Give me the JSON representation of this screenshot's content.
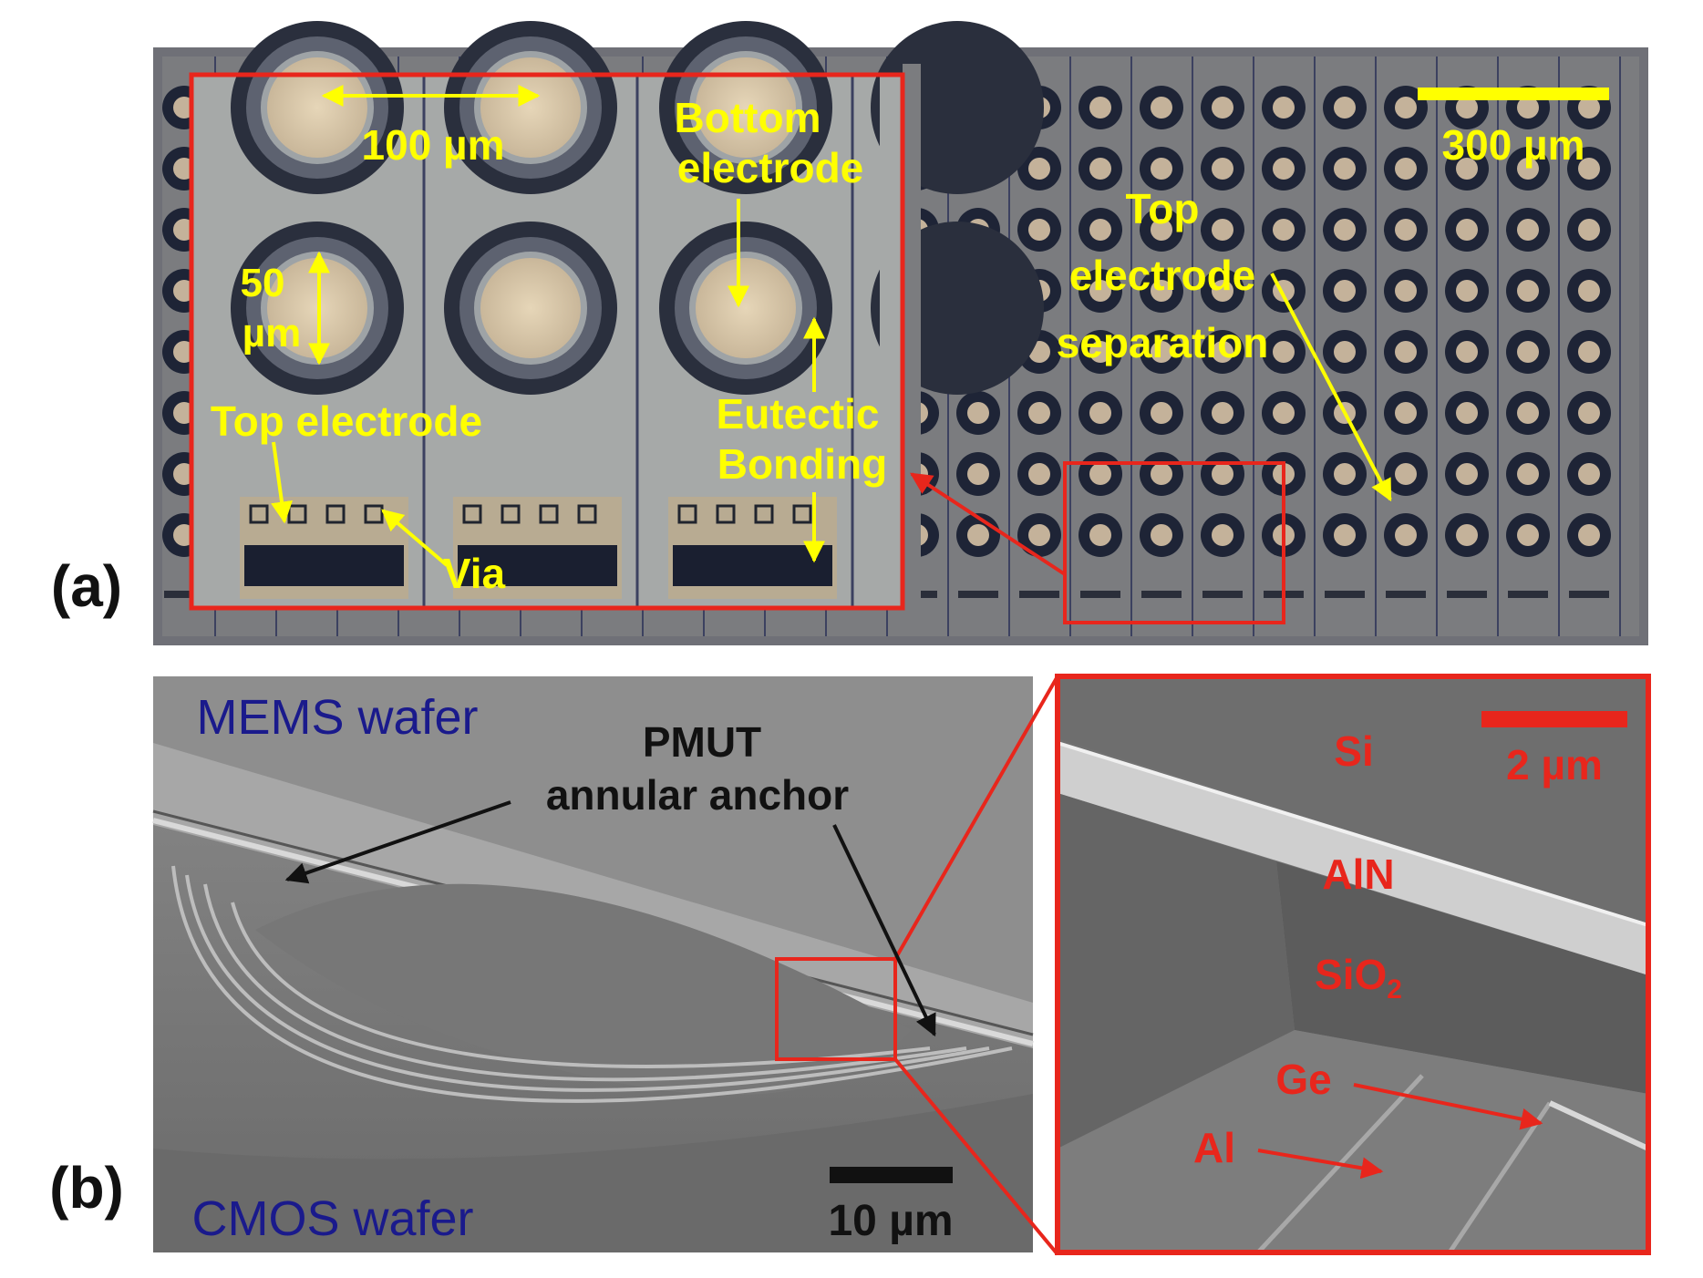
{
  "panel_a": {
    "tag": "(a)",
    "scale_bar_label": "300 µm",
    "labels": {
      "pitch": "100 µm",
      "diameter_line1": "50",
      "diameter_line2": "µm",
      "bottom_electrode_line1": "Bottom",
      "bottom_electrode_line2": "electrode",
      "top_electrode": "Top electrode",
      "eutectic_line1": "Eutectic",
      "eutectic_line2": "Bonding",
      "via": "Via",
      "separation_line1": "Top",
      "separation_line2": "electrode",
      "separation_line3": "separation"
    },
    "colors": {
      "label": "#ffff00",
      "inset_frame": "#e8261c"
    }
  },
  "panel_b": {
    "tag": "(b)",
    "labels": {
      "mems_wafer": "MEMS wafer",
      "cmos_wafer": "CMOS wafer",
      "pmut_line1": "PMUT",
      "pmut_line2": "annular  anchor",
      "scale_bar_label": "10 µm"
    },
    "inset": {
      "scale_bar_label": "2 µm",
      "layers": {
        "si": "Si",
        "aln": "AlN",
        "sio2_base": "SiO",
        "sio2_sub": "2",
        "ge": "Ge",
        "al": "Al"
      }
    },
    "colors": {
      "wafer_label": "#1a1a8c",
      "inset_label": "#e8261c"
    }
  }
}
